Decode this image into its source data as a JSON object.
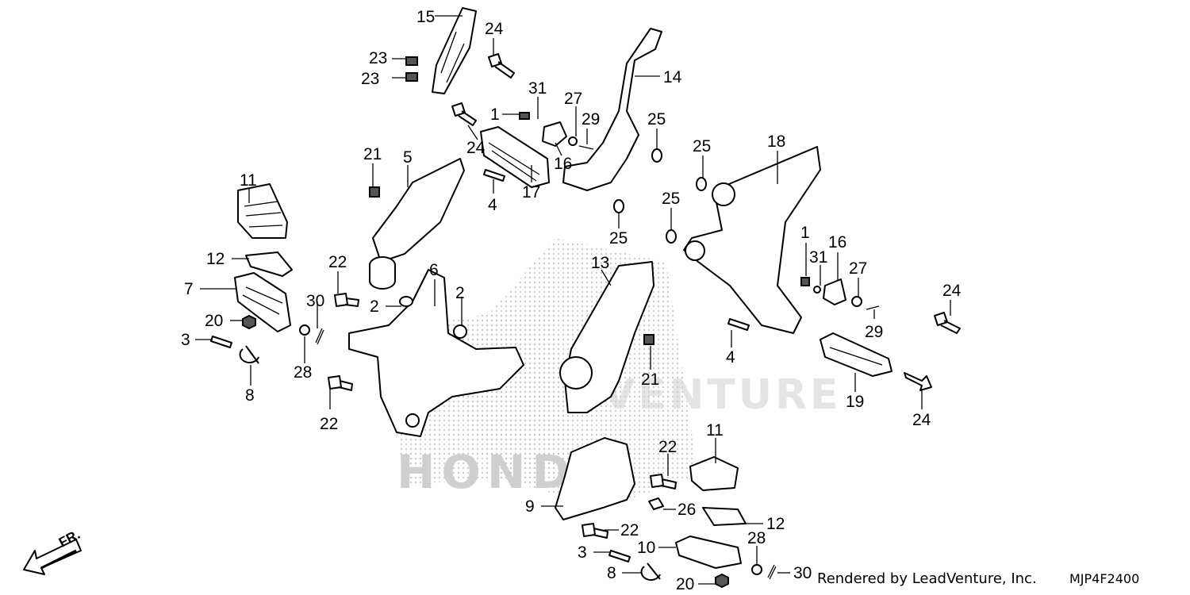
{
  "diagram": {
    "credit": "Rendered by LeadVenture, Inc.",
    "code": "MJP4F2400",
    "direction_label": "FR.",
    "watermark": {
      "brand": "HONDA",
      "banner": "VENTURE"
    },
    "callouts": [
      {
        "num": "15"
      },
      {
        "num": "24"
      },
      {
        "num": "23"
      },
      {
        "num": "23"
      },
      {
        "num": "14"
      },
      {
        "num": "31"
      },
      {
        "num": "1"
      },
      {
        "num": "27"
      },
      {
        "num": "29"
      },
      {
        "num": "25"
      },
      {
        "num": "24"
      },
      {
        "num": "16"
      },
      {
        "num": "25"
      },
      {
        "num": "18"
      },
      {
        "num": "21"
      },
      {
        "num": "5"
      },
      {
        "num": "17"
      },
      {
        "num": "4"
      },
      {
        "num": "25"
      },
      {
        "num": "25"
      },
      {
        "num": "11"
      },
      {
        "num": "12"
      },
      {
        "num": "22"
      },
      {
        "num": "6"
      },
      {
        "num": "13"
      },
      {
        "num": "1"
      },
      {
        "num": "16"
      },
      {
        "num": "31"
      },
      {
        "num": "27"
      },
      {
        "num": "7"
      },
      {
        "num": "30"
      },
      {
        "num": "2"
      },
      {
        "num": "2"
      },
      {
        "num": "24"
      },
      {
        "num": "20"
      },
      {
        "num": "29"
      },
      {
        "num": "3"
      },
      {
        "num": "28"
      },
      {
        "num": "4"
      },
      {
        "num": "21"
      },
      {
        "num": "8"
      },
      {
        "num": "19"
      },
      {
        "num": "22"
      },
      {
        "num": "24"
      },
      {
        "num": "11"
      },
      {
        "num": "22"
      },
      {
        "num": "9"
      },
      {
        "num": "26"
      },
      {
        "num": "12"
      },
      {
        "num": "22"
      },
      {
        "num": "3"
      },
      {
        "num": "10"
      },
      {
        "num": "28"
      },
      {
        "num": "8"
      },
      {
        "num": "20"
      },
      {
        "num": "30"
      }
    ]
  }
}
